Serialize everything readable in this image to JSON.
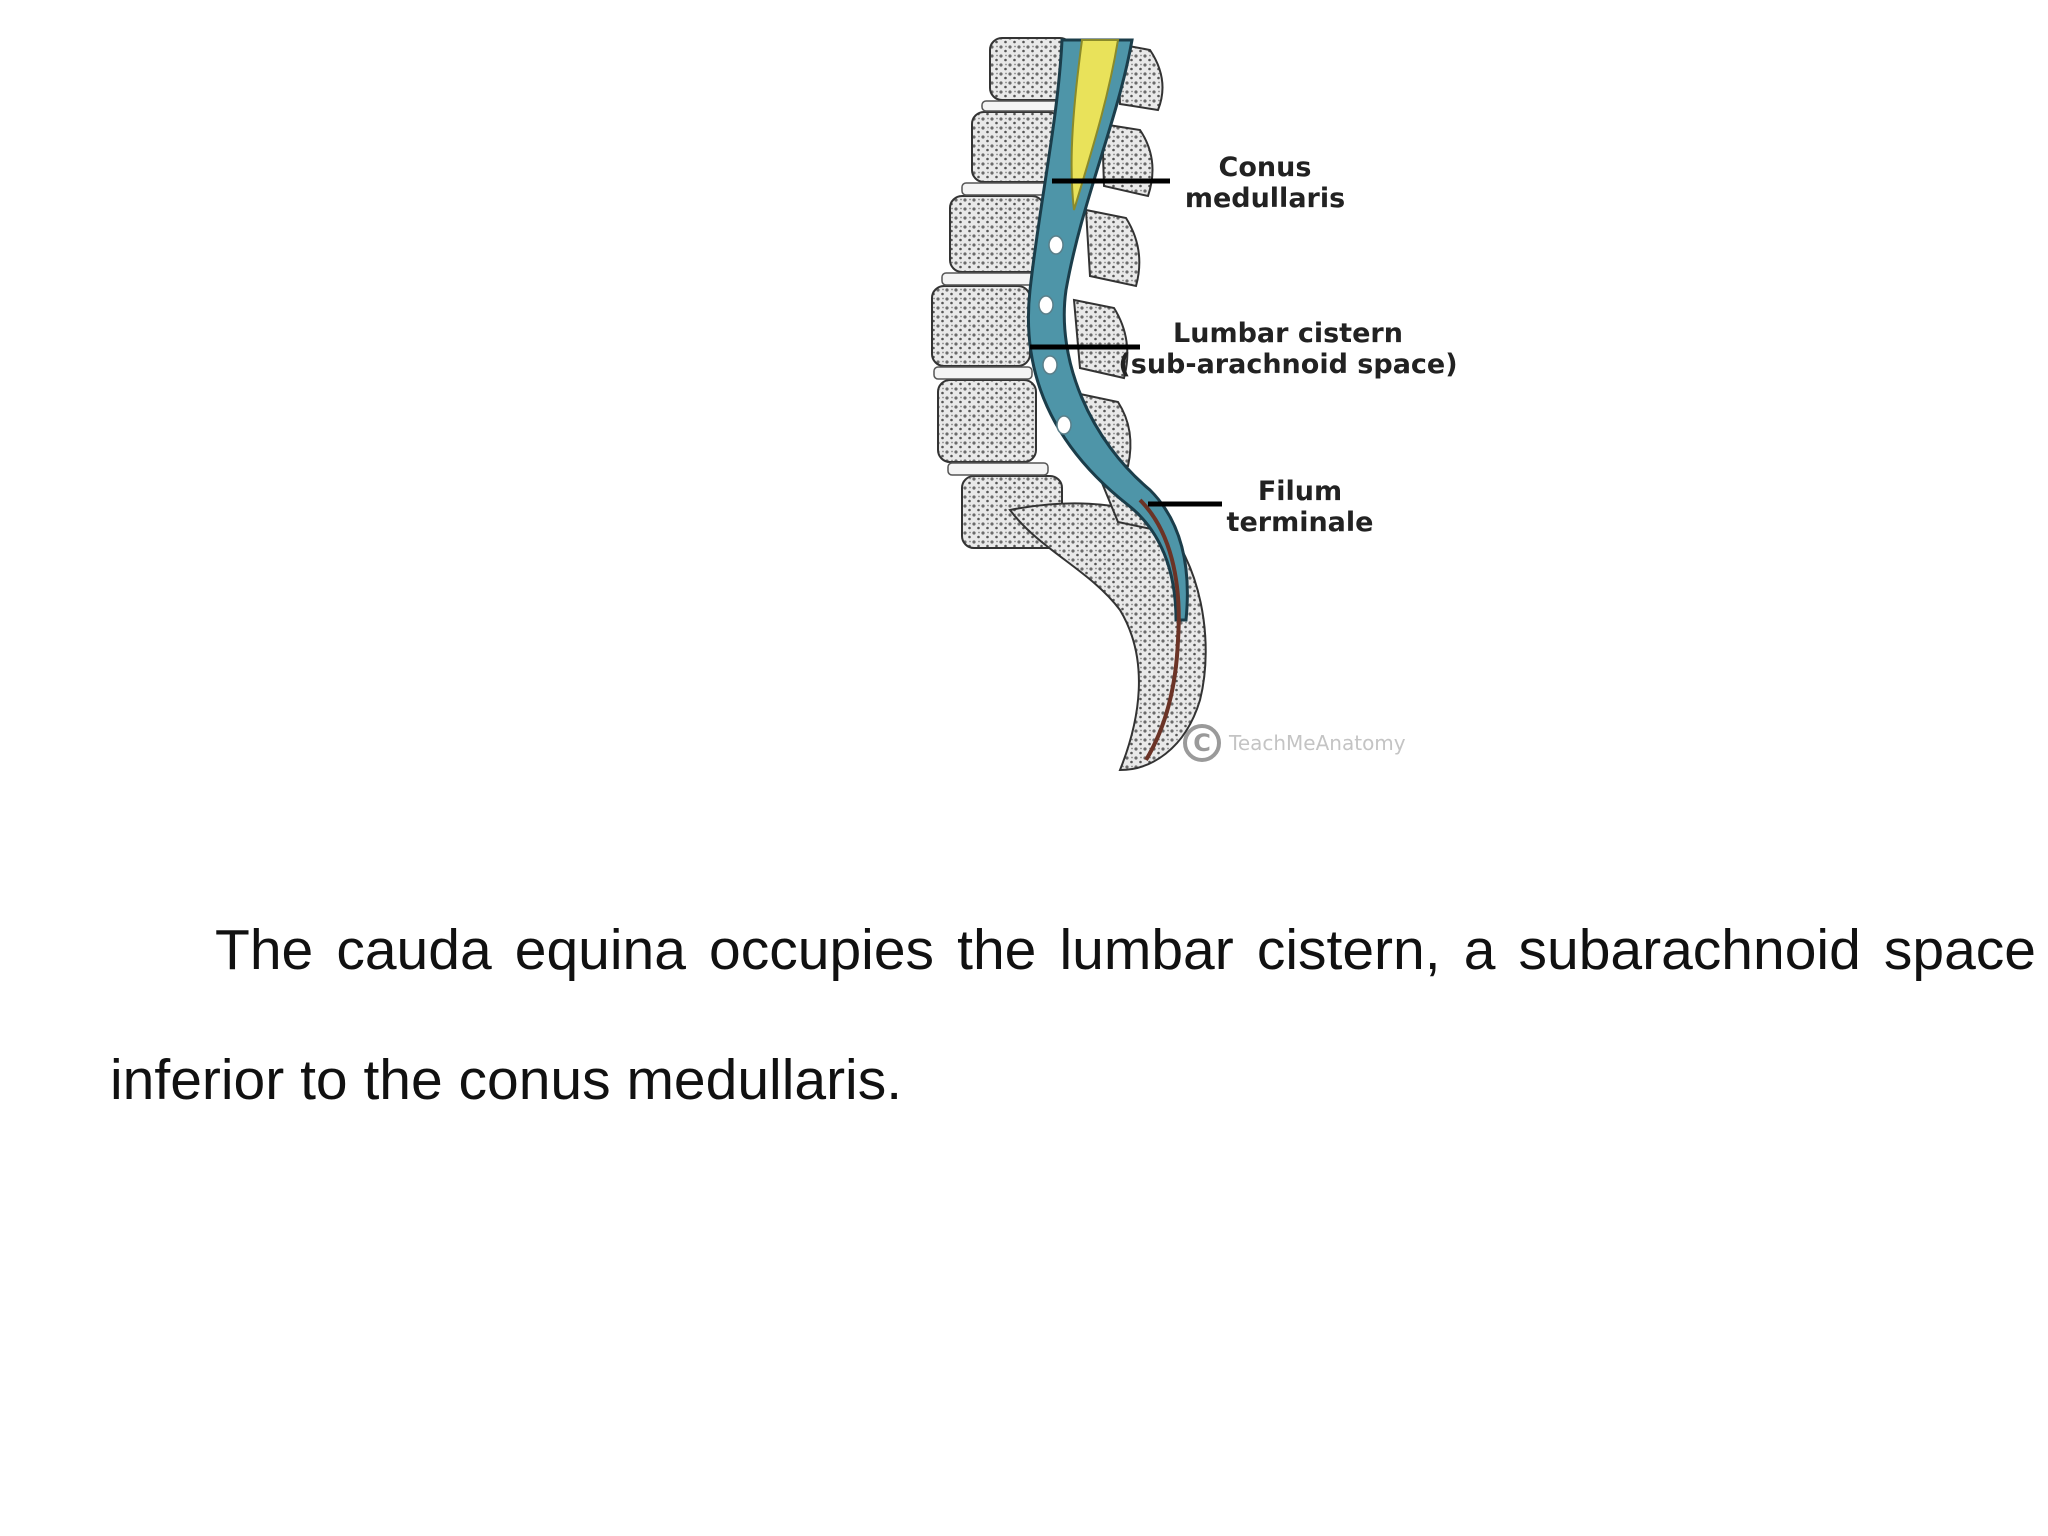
{
  "figure": {
    "labels": {
      "conus": "Conus\nmedullaris",
      "cistern": "Lumbar cistern\n(sub-arachnoid space)",
      "filum": "Filum\nterminale"
    },
    "watermark": {
      "symbol": "C",
      "text": "TeachMeAnatomy"
    }
  },
  "text": {
    "paragraph": "The cauda equina occupies the lumbar cistern, a subarachnoid space inferior to the conus medullaris."
  }
}
